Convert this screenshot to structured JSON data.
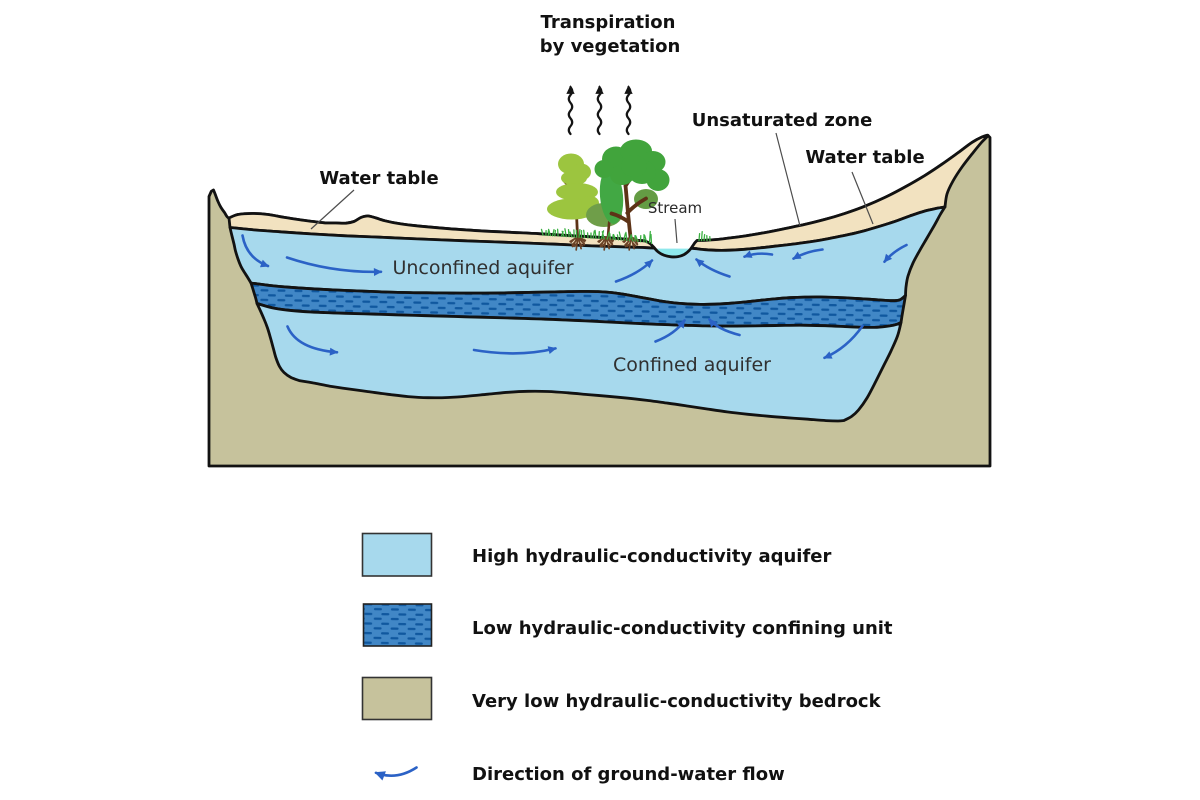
{
  "title": {
    "line1": "Transpiration",
    "line2": "by vegetation"
  },
  "labels": {
    "unsaturated_zone": "Unsaturated zone",
    "water_table_left": "Water table",
    "water_table_right": "Water table",
    "stream": "Stream",
    "unconfined_aquifer": "Unconfined aquifer",
    "confined_aquifer": "Confined aquifer"
  },
  "legend": {
    "items": [
      {
        "swatch": "aquifer",
        "label": "High hydraulic-conductivity aquifer"
      },
      {
        "swatch": "confining-unit",
        "label": "Low hydraulic-conductivity confining unit"
      },
      {
        "swatch": "bedrock",
        "label": "Very low hydraulic-conductivity bedrock"
      },
      {
        "swatch": "flow-arrow",
        "label": "Direction of ground-water flow"
      }
    ]
  },
  "colors": {
    "aquifer": "#a7d9ed",
    "confining_base": "#4187c6",
    "confining_dash": "#10589f",
    "bedrock": "#c6c29c",
    "unsaturated": "#f2e2c0",
    "stream_water": "#8fe8ec",
    "flow_arrow": "#2b62c6",
    "outline": "#121212"
  }
}
